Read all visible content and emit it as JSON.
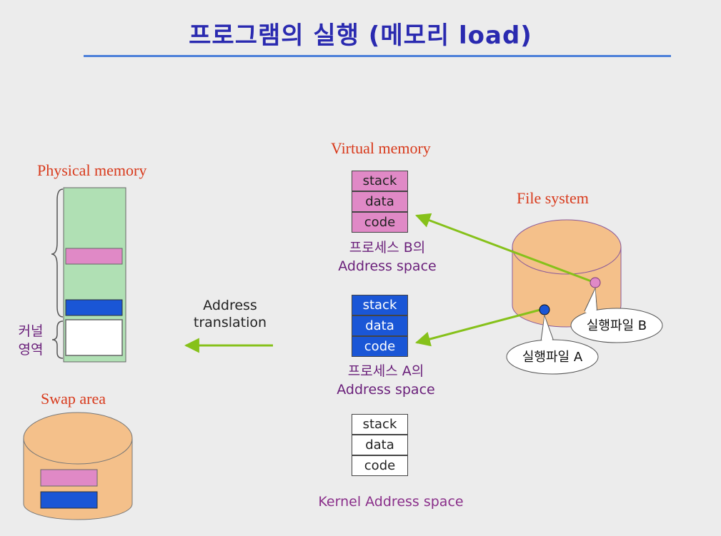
{
  "title": "프로그램의 실행 (메모리 load)",
  "colors": {
    "title": "#2a2ab0",
    "rule": "#4b7fd9",
    "label_red": "#d83a1c",
    "purple": "#6a1f7a",
    "pink": "#e089c6",
    "blue": "#1a56d6",
    "green_arrow": "#86c11a",
    "disk_fill": "#f4c08a",
    "memory_green": "#b0e0b4"
  },
  "physical_memory": {
    "label": "Physical memory",
    "kernel_region_label_line1": "커널",
    "kernel_region_label_line2": "영역"
  },
  "swap": {
    "label": "Swap area"
  },
  "address_translation": {
    "line1": "Address",
    "line2": "translation"
  },
  "virtual_memory": {
    "label": "Virtual memory",
    "process_b": {
      "segments": [
        "stack",
        "data",
        "code"
      ],
      "caption_line1": "프로세스 B의",
      "caption_line2": "Address space"
    },
    "process_a": {
      "segments": [
        "stack",
        "data",
        "code"
      ],
      "caption_line1": "프로세스 A의",
      "caption_line2": "Address space"
    },
    "kernel": {
      "segments": [
        "stack",
        "data",
        "code"
      ],
      "caption": "Kernel Address space"
    }
  },
  "file_system": {
    "label": "File system",
    "exec_b": "실행파일 B",
    "exec_a": "실행파일 A"
  }
}
